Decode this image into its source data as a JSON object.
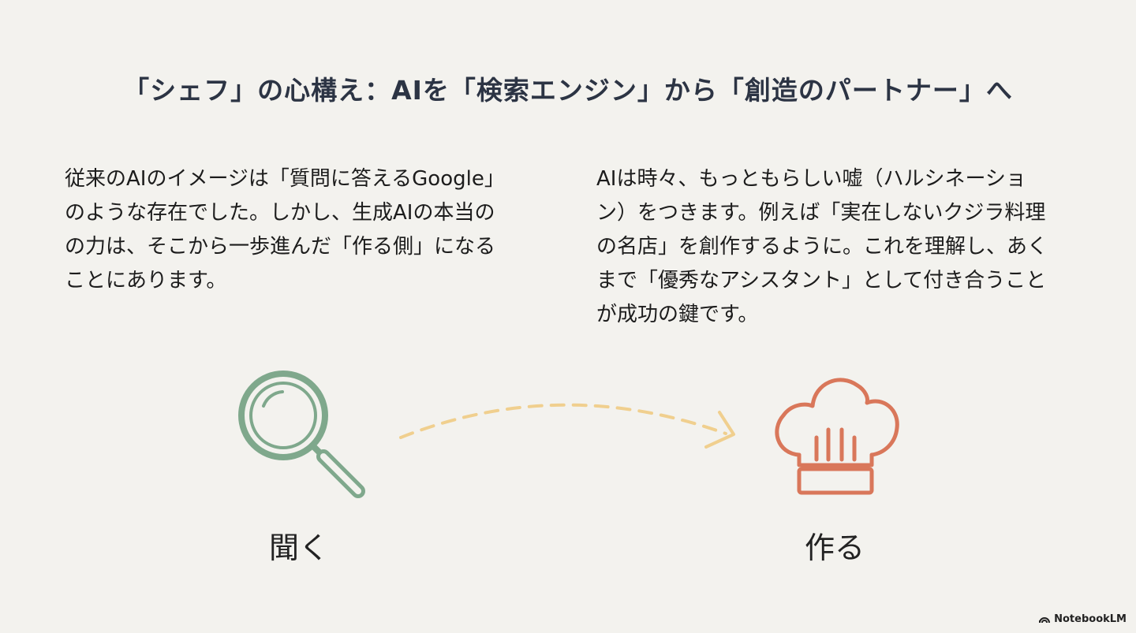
{
  "title": "「シェフ」の心構え：AIを「検索エンジン」から「創造のパートナー」へ",
  "left_paragraph": {
    "lines": [
      "従来のAIのイメージは「質問に答えるGoogle」",
      "のような存在でした。しかし、生成AIの本当の",
      "の力は、そこから一歩進んだ「作る側」になる",
      "ことにあります。"
    ]
  },
  "right_paragraph": {
    "lines": [
      "AIは時々、もっともらしい嘘（ハルシネーショ",
      "ン）をつきます。例えば「実在しないクジラ料理",
      "の名店」を創作するように。これを理解し、あく",
      "まで「優秀なアシスタント」として付き合うこと",
      "が成功の鍵です。"
    ]
  },
  "icons": {
    "left": {
      "name": "magnifying-glass-icon",
      "label": "聞く",
      "color": "#7fa88c"
    },
    "arrow": {
      "name": "dashed-arrow-icon",
      "color": "#f0cf8e"
    },
    "right": {
      "name": "chef-hat-icon",
      "label": "作る",
      "color": "#d9775a"
    }
  },
  "branding": {
    "logo_text": "NotebookLM"
  }
}
